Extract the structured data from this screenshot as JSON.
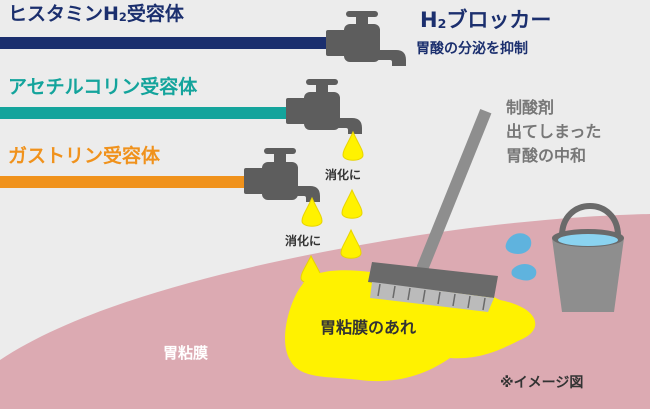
{
  "receptors": {
    "h2": {
      "label": "ヒスタミンH",
      "sub": "2",
      "label_suffix": "受容体",
      "color": "#1b2f6e"
    },
    "acetylcholine": {
      "label": "アセチルコリン受容体",
      "color": "#14a49c"
    },
    "gastrin": {
      "label": "ガストリン受容体",
      "color": "#f0921c"
    }
  },
  "blocker": {
    "name_prefix": "H",
    "name_sub": "2",
    "name_suffix": "ブロッカー",
    "description": "胃酸の分泌を抑制"
  },
  "antacid": {
    "line1": "制酸剤",
    "line2": "出てしまった",
    "line3": "胃酸の中和"
  },
  "digest_labels": [
    "消化に",
    "消化に"
  ],
  "erosion_label": "胃粘膜のあれ",
  "mucosa_label": "胃粘膜",
  "note": "※イメージ図",
  "colors": {
    "mucosa": "#dcaab2",
    "acid": "#fff200",
    "faucet": "#5d5d5d",
    "water": "#5fb3de",
    "background": "#ececec"
  }
}
